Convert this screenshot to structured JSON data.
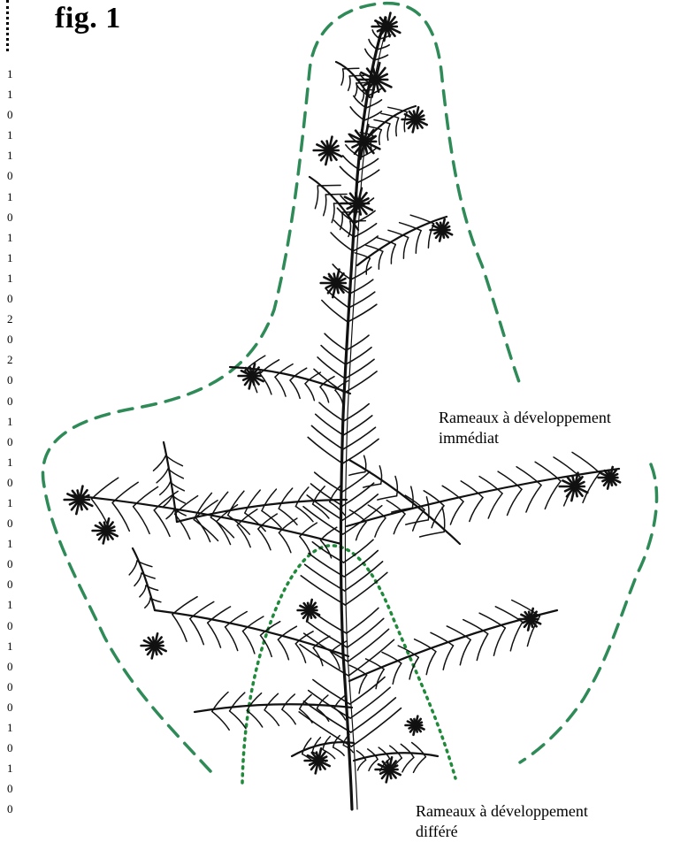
{
  "figure": {
    "title": "fig. 1"
  },
  "sequence": [
    "1",
    "1",
    "0",
    "1",
    "1",
    "0",
    "1",
    "0",
    "1",
    "1",
    "1",
    "0",
    "2",
    "0",
    "2",
    "0",
    "0",
    "1",
    "0",
    "1",
    "0",
    "1",
    "0",
    "1",
    "0",
    "0",
    "1",
    "0",
    "1",
    "0",
    "0",
    "0",
    "1",
    "0",
    "1",
    "0",
    "0"
  ],
  "labels": {
    "immediate": [
      "Rameaux à développement",
      "immédiat"
    ],
    "deferred": [
      "Rameaux à développement",
      "différé"
    ]
  },
  "colors": {
    "dashed_outline": "#2e8b57",
    "dotted_outline": "#1f8a3a",
    "plant": "#111111"
  },
  "icons": {
    "plant": "plant-drawing-icon"
  }
}
